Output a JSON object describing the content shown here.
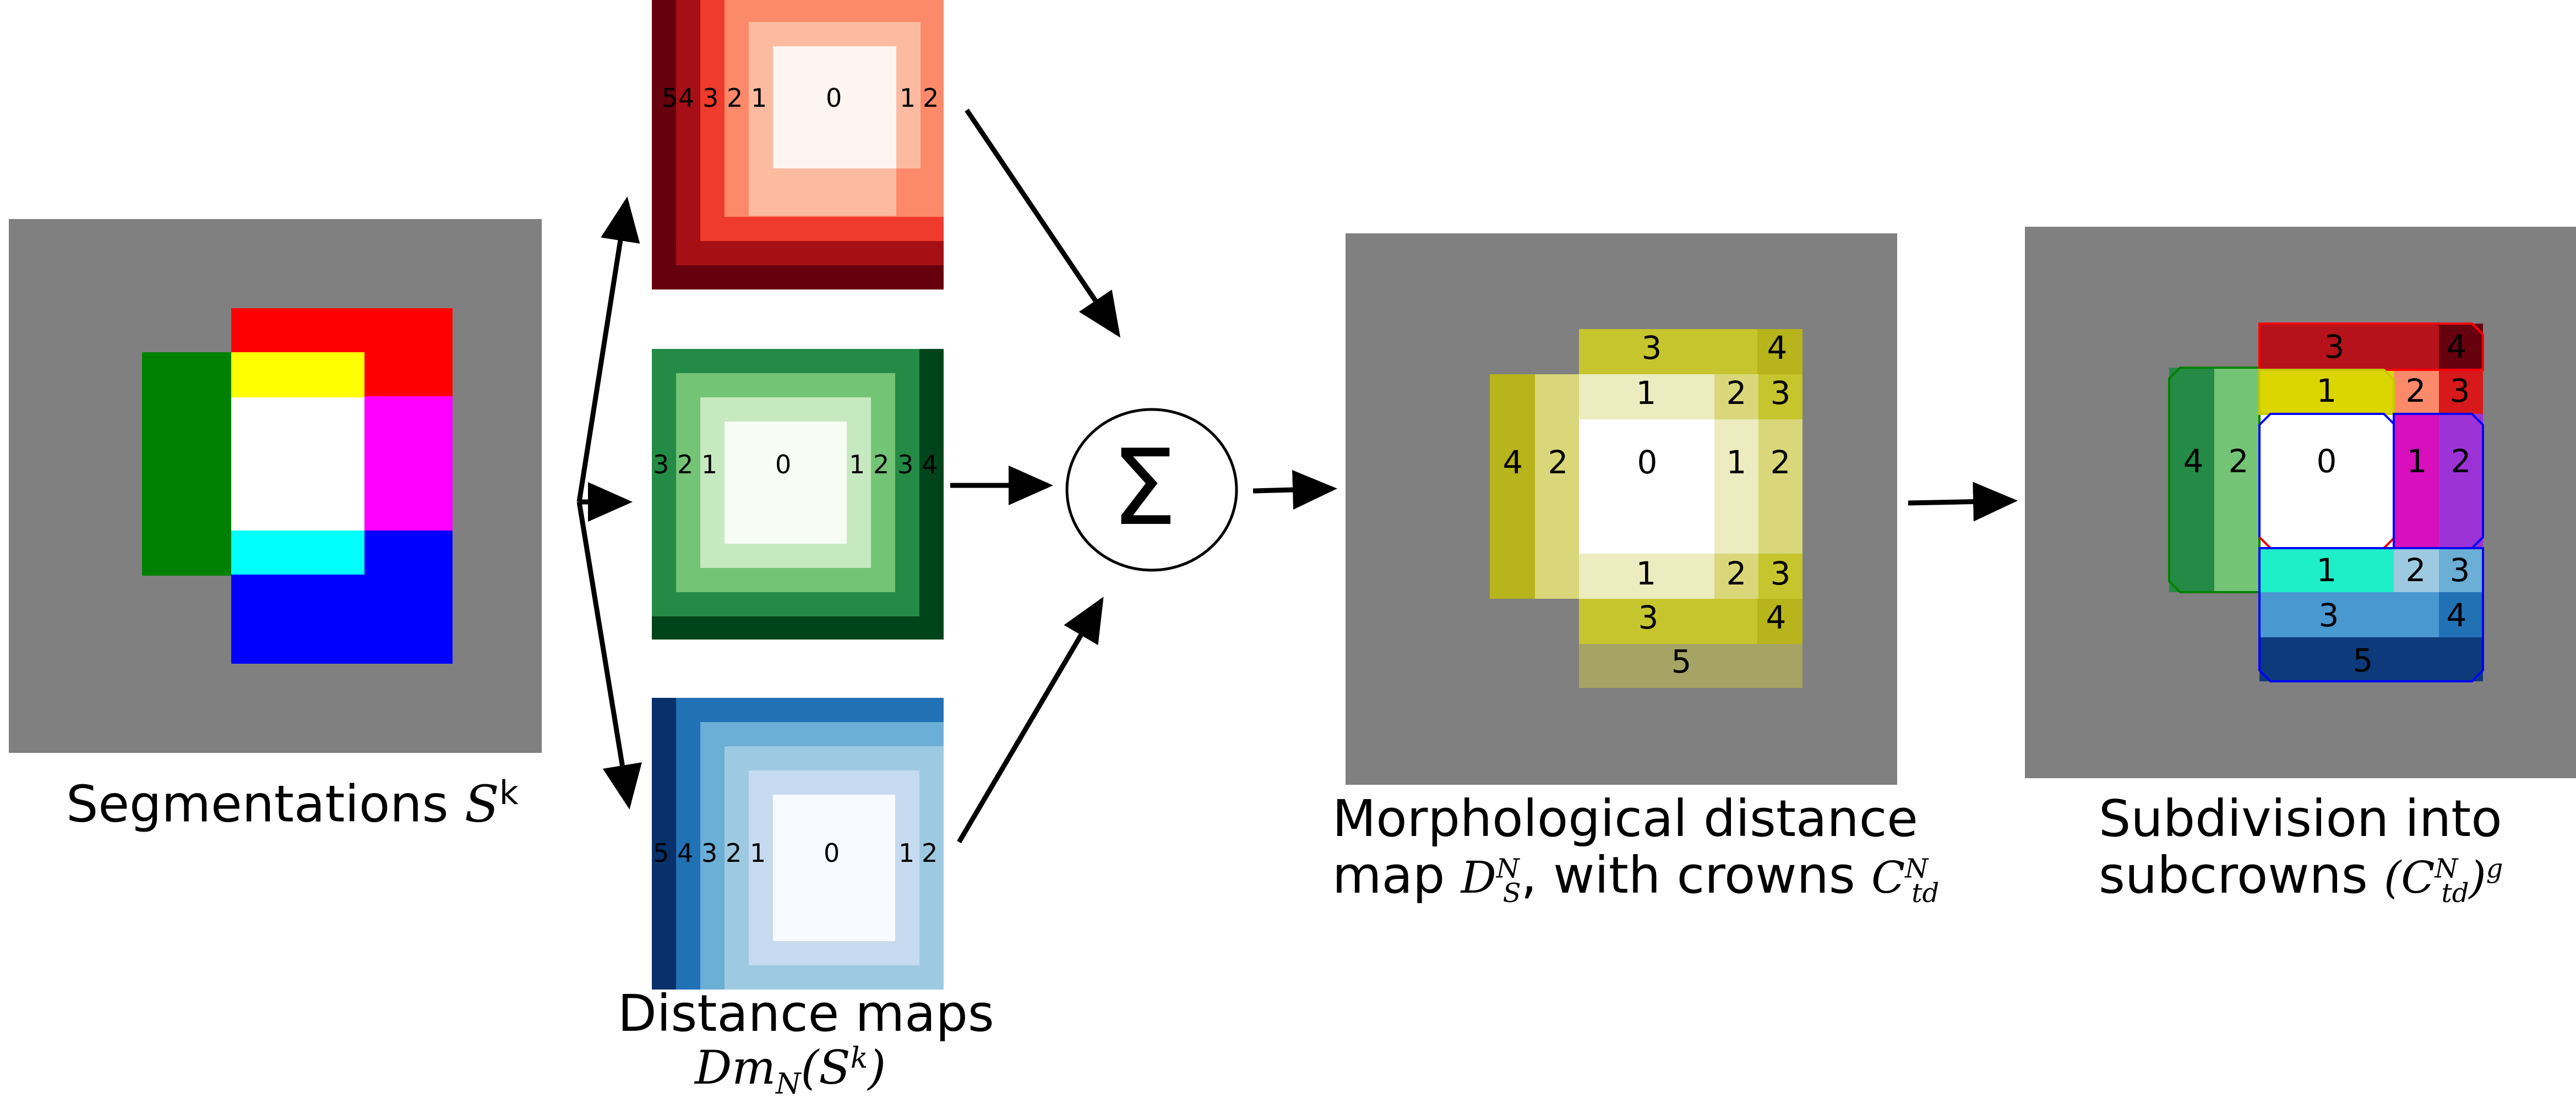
{
  "captions": {
    "segmentations": {
      "text": "Segmentations ",
      "symbol": "S",
      "sup": "k"
    },
    "distance_maps": {
      "line1": "Distance maps",
      "line2": "Dm",
      "sub": "N",
      "arg": "(S",
      "arg_sup": "k",
      "close": ")"
    },
    "morph": {
      "line1": "Morphological distance",
      "line2a": "map ",
      "d": "D",
      "d_sub": "S",
      "d_sup": "N",
      "line2b": ", with crowns ",
      "c": "C",
      "c_sub": "td",
      "c_sup": "N"
    },
    "subdiv": {
      "line1": "Subdivision into",
      "line2a": "subcrowns ",
      "c": "(C",
      "c_sub": "td",
      "c_sup": "N",
      "close": ")",
      "g": "g"
    }
  },
  "sigma": "Σ",
  "distance_map_labels": {
    "red": [
      "5",
      "4",
      "3",
      "2",
      "1",
      "0",
      "1",
      "2"
    ],
    "green": [
      "3",
      "2",
      "1",
      "0",
      "1",
      "2",
      "3",
      "4"
    ],
    "blue": [
      "5",
      "4",
      "3",
      "2",
      "1",
      "0",
      "1",
      "2"
    ]
  },
  "morph_labels": [
    "3",
    "4",
    "1",
    "2",
    "3",
    "4",
    "2",
    "0",
    "1",
    "2",
    "1",
    "2",
    "3",
    "3",
    "4",
    "5"
  ],
  "subdiv_labels": [
    "3",
    "4",
    "1",
    "2",
    "3",
    "4",
    "2",
    "0",
    "1",
    "2",
    "1",
    "2",
    "3",
    "3",
    "4",
    "5"
  ],
  "colors": {
    "gray": "#808080",
    "red": "#ff0000",
    "yellow": "#ffff00",
    "magenta": "#ff00ff",
    "green": "#008000",
    "cyan": "#00ffff",
    "blue": "#0000ff"
  }
}
